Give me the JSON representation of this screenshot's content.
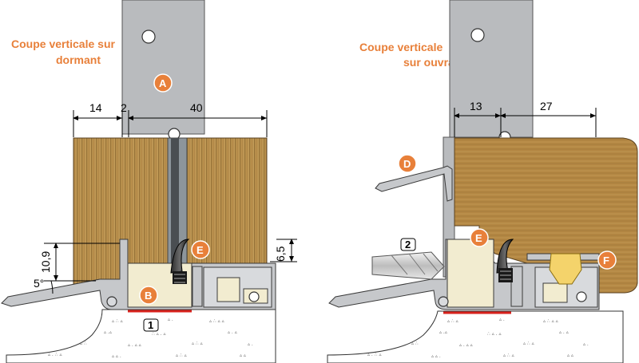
{
  "left_view": {
    "title_line1": "Coupe verticale sur",
    "title_line2": "dormant",
    "dims": {
      "d1": "14",
      "d2": "2",
      "d3": "40",
      "height": "10,9",
      "angle": "5°",
      "seal_height": "6,5"
    },
    "labels": {
      "A": "A",
      "B": "B",
      "E": "E",
      "n1": "1"
    }
  },
  "right_view": {
    "title_line1": "Coupe verticale",
    "title_line2": "sur ouvrant",
    "dims": {
      "d1": "13",
      "d2": "27"
    },
    "labels": {
      "D": "D",
      "E": "E",
      "F": "F",
      "n2": "2"
    }
  },
  "colors": {
    "accent": "#e8803a",
    "wood": "#b58a45",
    "metal": "#b9bbbe",
    "gasket": "#111111",
    "red_line": "#d8221c"
  }
}
